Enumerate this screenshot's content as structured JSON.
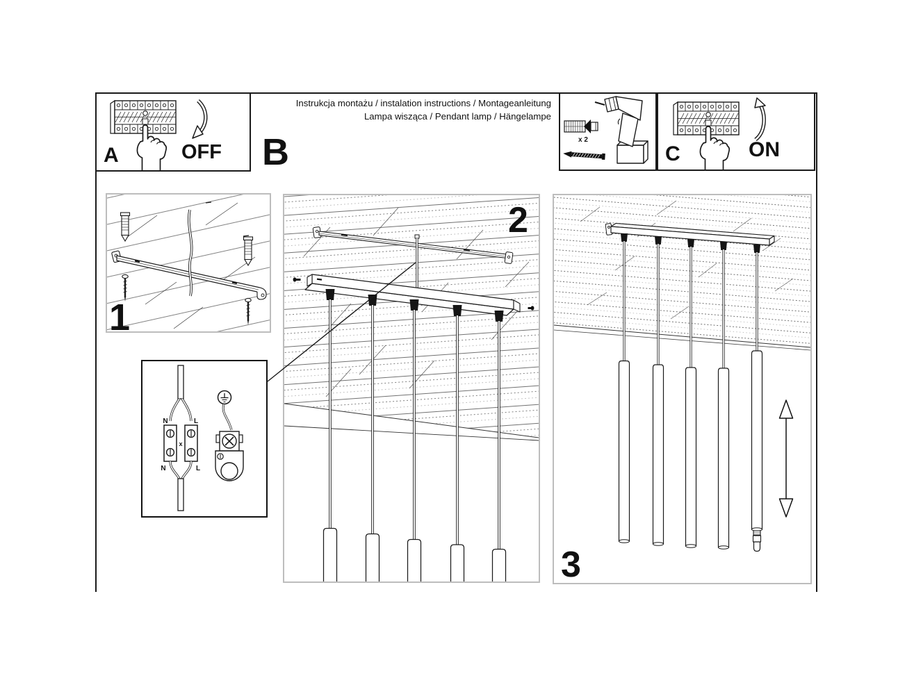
{
  "document": {
    "title_line1": "Instrukcja montażu / instalation instructions / Montageanleitung",
    "title_line2": "Lampa wisząca / Pendant lamp / Hängelampe"
  },
  "steps": {
    "a": {
      "label": "A",
      "state": "OFF"
    },
    "b": {
      "label": "B"
    },
    "c": {
      "label": "C",
      "state": "ON"
    },
    "s1": {
      "number": "1"
    },
    "s2": {
      "number": "2"
    },
    "s3": {
      "number": "3"
    }
  },
  "tools": {
    "dowel_quantity": "x 2"
  },
  "wiring": {
    "n_top": "N",
    "l_top": "L",
    "x_mark": "x",
    "n_bottom": "N",
    "l_bottom": "L"
  },
  "colors": {
    "ink": "#1a1a1a",
    "panel_border": "#bdbdbd",
    "paper": "#ffffff"
  }
}
